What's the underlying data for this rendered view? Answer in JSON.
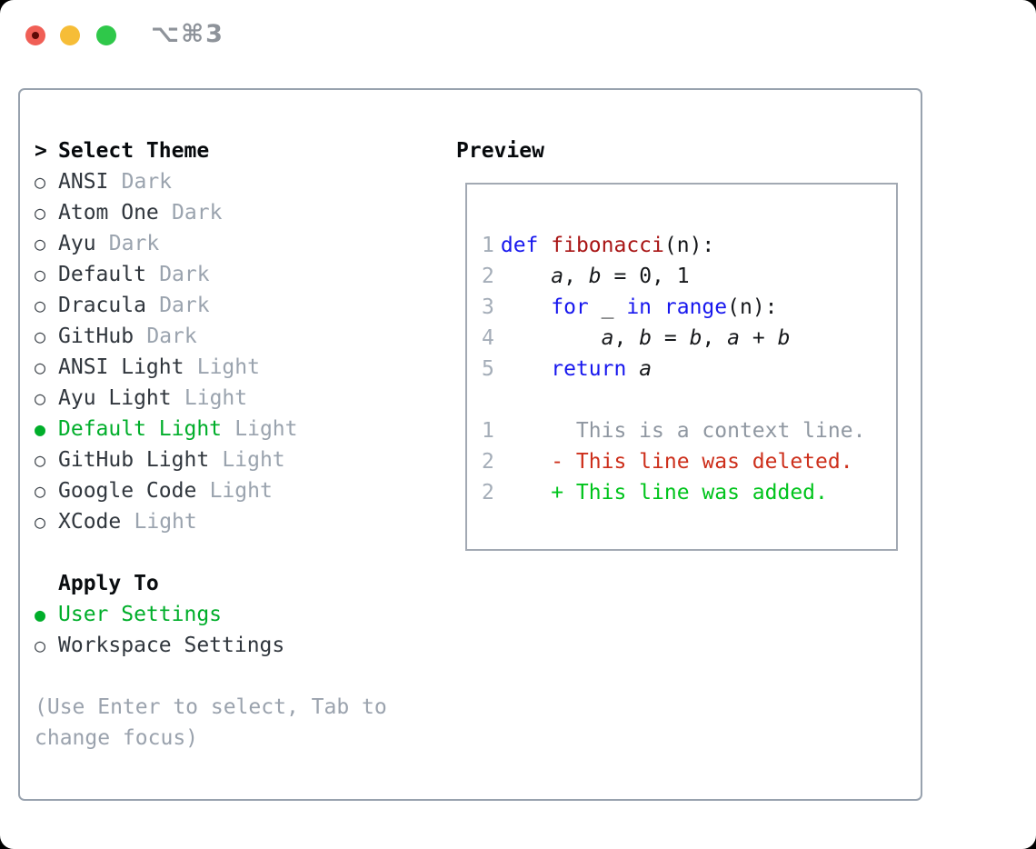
{
  "window": {
    "shortcut": "⌥⌘3"
  },
  "icons": {
    "selected_radio": "●",
    "unselected_radio": "○",
    "prompt": ">"
  },
  "colors": {
    "accent_green": "#00ae2a",
    "keyword_blue": "#1717ee",
    "function_red": "#a81414",
    "deleted_red": "#cd2f1b",
    "added_green": "#00c41c",
    "dim_gray": "#9aa3ae",
    "border_gray": "#98a2ae",
    "traffic_red": "#f05f56",
    "traffic_yellow": "#f6bd37",
    "traffic_green": "#2fc84a"
  },
  "theme_picker": {
    "title": "Select Theme",
    "items": [
      {
        "name": "ANSI",
        "variant": "Dark",
        "selected": false
      },
      {
        "name": "Atom One",
        "variant": "Dark",
        "selected": false
      },
      {
        "name": "Ayu",
        "variant": "Dark",
        "selected": false
      },
      {
        "name": "Default",
        "variant": "Dark",
        "selected": false
      },
      {
        "name": "Dracula",
        "variant": "Dark",
        "selected": false
      },
      {
        "name": "GitHub",
        "variant": "Dark",
        "selected": false
      },
      {
        "name": "ANSI Light",
        "variant": "Light",
        "selected": false
      },
      {
        "name": "Ayu Light",
        "variant": "Light",
        "selected": false
      },
      {
        "name": "Default Light",
        "variant": "Light",
        "selected": true
      },
      {
        "name": "GitHub Light",
        "variant": "Light",
        "selected": false
      },
      {
        "name": "Google Code",
        "variant": "Light",
        "selected": false
      },
      {
        "name": "XCode",
        "variant": "Light",
        "selected": false
      }
    ]
  },
  "apply_to": {
    "title": "Apply To",
    "options": [
      {
        "label": "User Settings",
        "selected": true
      },
      {
        "label": "Workspace Settings",
        "selected": false
      }
    ]
  },
  "hint": {
    "line1": "(Use Enter to select, Tab to",
    "line2": "change focus)"
  },
  "preview": {
    "title": "Preview",
    "lines": [
      {
        "num": "1",
        "segs": [
          {
            "t": "def",
            "c": "kw"
          },
          {
            "t": " ",
            "c": "pl"
          },
          {
            "t": "fibonacci",
            "c": "fn"
          },
          {
            "t": "(n):",
            "c": "pl"
          }
        ]
      },
      {
        "num": "2",
        "segs": [
          {
            "t": "    ",
            "c": "pl"
          },
          {
            "t": "a",
            "c": "var"
          },
          {
            "t": ", ",
            "c": "pl"
          },
          {
            "t": "b",
            "c": "var"
          },
          {
            "t": " = 0, 1",
            "c": "pl"
          }
        ]
      },
      {
        "num": "3",
        "segs": [
          {
            "t": "    ",
            "c": "pl"
          },
          {
            "t": "for",
            "c": "kw"
          },
          {
            "t": " _ ",
            "c": "pl"
          },
          {
            "t": "in",
            "c": "kw"
          },
          {
            "t": " ",
            "c": "pl"
          },
          {
            "t": "range",
            "c": "kw"
          },
          {
            "t": "(n):",
            "c": "pl"
          }
        ]
      },
      {
        "num": "4",
        "segs": [
          {
            "t": "        ",
            "c": "pl"
          },
          {
            "t": "a",
            "c": "var"
          },
          {
            "t": ", ",
            "c": "pl"
          },
          {
            "t": "b",
            "c": "var"
          },
          {
            "t": " = ",
            "c": "pl"
          },
          {
            "t": "b",
            "c": "var"
          },
          {
            "t": ", ",
            "c": "pl"
          },
          {
            "t": "a",
            "c": "var"
          },
          {
            "t": " + ",
            "c": "pl"
          },
          {
            "t": "b",
            "c": "var"
          }
        ]
      },
      {
        "num": "5",
        "segs": [
          {
            "t": "    ",
            "c": "pl"
          },
          {
            "t": "return",
            "c": "kw"
          },
          {
            "t": " ",
            "c": "pl"
          },
          {
            "t": "a",
            "c": "var"
          }
        ]
      },
      {
        "blank": true
      },
      {
        "num": "1",
        "segs": [
          {
            "t": "      This is a context line.",
            "c": "ctx"
          }
        ]
      },
      {
        "num": "2",
        "segs": [
          {
            "t": "    ",
            "c": "pl"
          },
          {
            "t": "- This line was deleted.",
            "c": "del"
          }
        ]
      },
      {
        "num": "2",
        "segs": [
          {
            "t": "    ",
            "c": "pl"
          },
          {
            "t": "+ This line was added.",
            "c": "add"
          }
        ]
      }
    ]
  }
}
